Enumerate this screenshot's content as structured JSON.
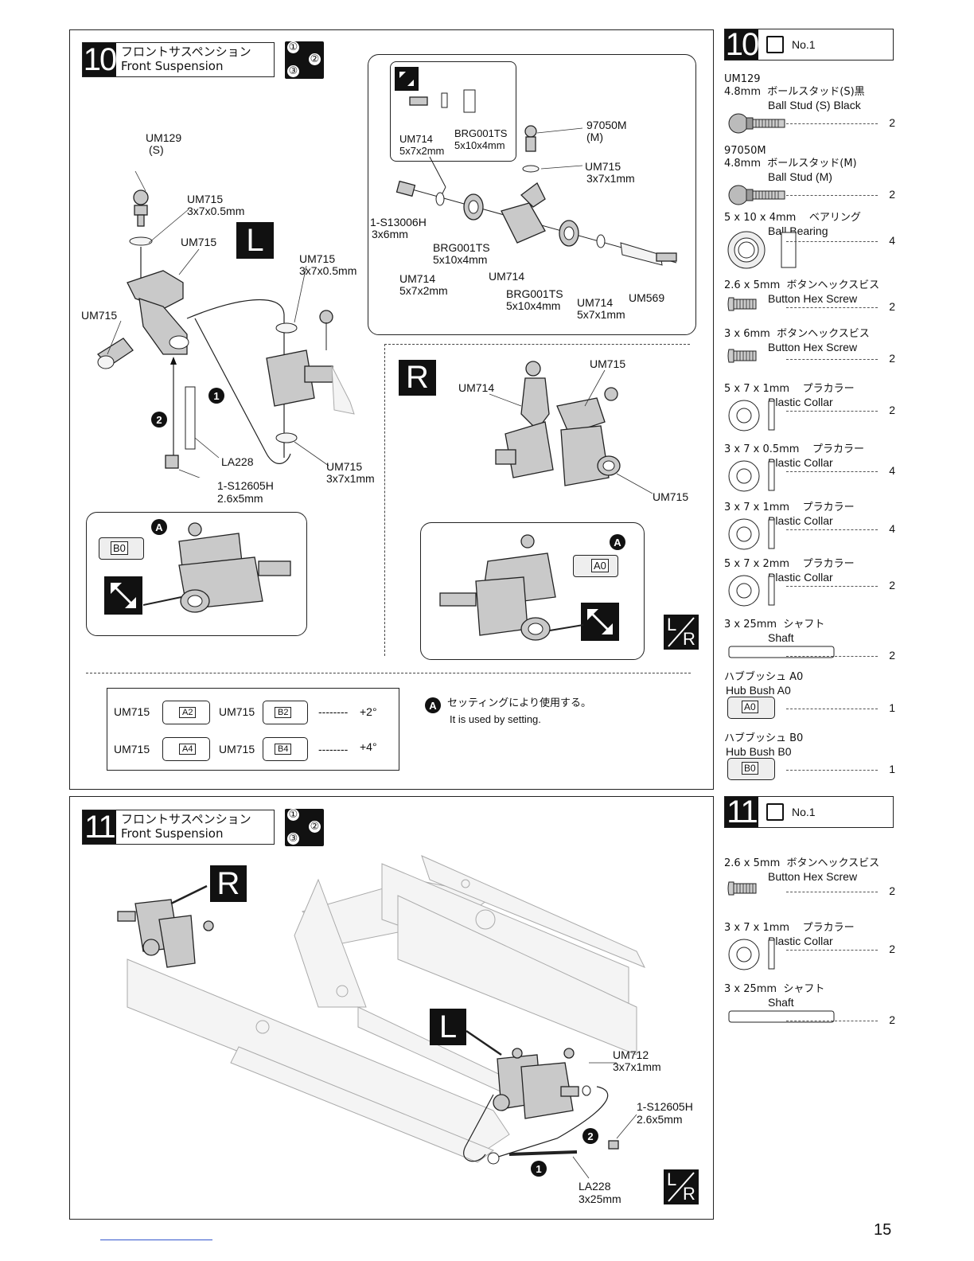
{
  "step10": {
    "number": "10",
    "title_jp": "フロントサスペンション",
    "title_en": "Front Suspension",
    "order_icon": {
      "one": "①",
      "two": "②",
      "three": "③"
    },
    "left_labels": {
      "um129": "UM129",
      "um129_s": "(S)",
      "um715_a": "UM715",
      "um715_a_size": "3x7x0.5mm",
      "um715_b": "UM715",
      "um715_c": "UM715",
      "um715_d": "UM715",
      "um715_d_size": "3x7x0.5mm",
      "um715_e": "UM715",
      "um715_e_size": "3x7x1mm",
      "la228": "LA228",
      "screw": "1-S12605H",
      "screw_size": "2.6x5mm",
      "side_l": "L",
      "step1": "1",
      "step2": "2"
    },
    "exploded": {
      "um714_a": "UM714",
      "um714_a_size": "5x7x2mm",
      "brg_a": "BRG001TS",
      "brg_a_size": "5x10x4mm",
      "ball97": "97050M",
      "ball97_size": "(M)",
      "um715": "UM715",
      "um715_size": "3x7x1mm",
      "screw": "1-S13006H",
      "screw_size": "3x6mm",
      "brg_b": "BRG001TS",
      "brg_b_size": "5x10x4mm",
      "um714_b": "UM714",
      "um714_b_size": "5x7x2mm",
      "um714_c": "UM714",
      "brg_c": "BRG001TS",
      "brg_c_size": "5x10x4mm",
      "um714_d": "UM714",
      "um714_d_size": "5x7x1mm",
      "um569": "UM569"
    },
    "right_view": {
      "side_r": "R",
      "um714": "UM714",
      "um715_top": "UM715",
      "um715_bottom": "UM715",
      "a_badge": "A",
      "bush": "A0"
    },
    "left_inset": {
      "a_badge": "A",
      "bush": "B0"
    },
    "lr_icon": {
      "l": "L",
      "r": "R"
    },
    "settings": {
      "rows": [
        {
          "part1": "UM715",
          "bush1": "A2",
          "part2": "UM715",
          "bush2": "B2",
          "dots": "--------",
          "angle": "+2°"
        },
        {
          "part1": "UM715",
          "bush1": "A4",
          "part2": "UM715",
          "bush2": "B4",
          "dots": "--------",
          "angle": "+4°"
        }
      ],
      "note_badge": "A",
      "note_jp": "セッティングにより使用する。",
      "note_en": "It is used by setting."
    }
  },
  "parts10": {
    "number": "10",
    "bag": "No.1",
    "items": [
      {
        "jp": "UM129\n4.8mm  ボールスタッド(S)黒",
        "en": "Ball Stud (S) Black",
        "qty": "2",
        "icon": "ball-stud-icon"
      },
      {
        "jp": "97050M\n4.8mm  ボールスタッド(M)",
        "en": "Ball Stud (M)",
        "qty": "2",
        "icon": "ball-stud-icon"
      },
      {
        "jp": "5 x 10 x 4mm    ベアリング",
        "en": "Ball Bearing",
        "qty": "4",
        "icon": "bearing-icon"
      },
      {
        "jp": "2.6 x 5mm  ボタンヘックスビス",
        "en": "Button Hex Screw",
        "qty": "2",
        "icon": "screw-icon"
      },
      {
        "jp": "3 x 6mm  ボタンヘックスビス",
        "en": "Button Hex Screw",
        "qty": "2",
        "icon": "screw-icon"
      },
      {
        "jp": "5 x 7 x 1mm    プラカラー",
        "en": "Plastic Collar",
        "qty": "2",
        "icon": "collar-icon"
      },
      {
        "jp": "3 x 7 x 0.5mm    プラカラー",
        "en": "Plastic Collar",
        "qty": "4",
        "icon": "collar-icon"
      },
      {
        "jp": "3 x 7 x 1mm    プラカラー",
        "en": "Plastic Collar",
        "qty": "4",
        "icon": "collar-icon"
      },
      {
        "jp": "5 x 7 x 2mm    プラカラー",
        "en": "Plastic Collar",
        "qty": "2",
        "icon": "collar-icon"
      },
      {
        "jp": "3 x 25mm  シャフト",
        "en": "Shaft",
        "qty": "2",
        "icon": "shaft-icon"
      },
      {
        "jp": "ハブブッシュ A0",
        "en": "Hub Bush  A0",
        "qty": "1",
        "icon": "bush-icon",
        "mark": "A0"
      },
      {
        "jp": "ハブブッシュ B0",
        "en": "Hub Bush  B0",
        "qty": "1",
        "icon": "bush-icon",
        "mark": "B0"
      }
    ]
  },
  "step11": {
    "number": "11",
    "title_jp": "フロントサスペンション",
    "title_en": "Front Suspension",
    "order_icon": {
      "one": "①",
      "two": "②",
      "three": "③"
    },
    "side_r": "R",
    "side_l": "L",
    "um712": "UM712",
    "um712_size": "3x7x1mm",
    "screw": "1-S12605H",
    "screw_size": "2.6x5mm",
    "la228": "LA228",
    "la228_size": "3x25mm",
    "step1": "1",
    "step2": "2",
    "lr_icon": {
      "l": "L",
      "r": "R"
    }
  },
  "parts11": {
    "number": "11",
    "bag": "No.1",
    "items": [
      {
        "jp": "2.6 x 5mm  ボタンヘックスビス",
        "en": "Button Hex Screw",
        "qty": "2",
        "icon": "screw-icon"
      },
      {
        "jp": "3 x 7 x 1mm    プラカラー",
        "en": "Plastic Collar",
        "qty": "2",
        "icon": "collar-icon"
      },
      {
        "jp": "3 x 25mm  シャフト",
        "en": "Shaft",
        "qty": "2",
        "icon": "shaft-icon"
      }
    ]
  },
  "page_number": "15"
}
